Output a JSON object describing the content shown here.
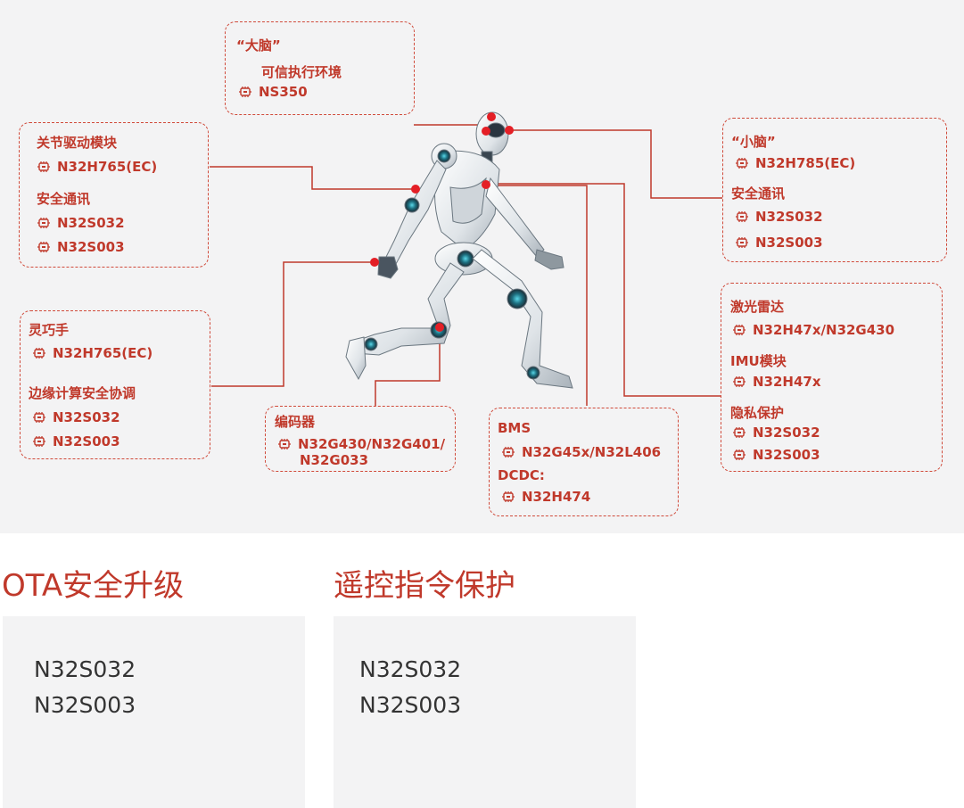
{
  "boxes": {
    "brain": {
      "title": "“大脑”",
      "items": [
        {
          "label": "可信执行环境",
          "chip": false
        },
        {
          "label": "NS350",
          "chip": true
        }
      ]
    },
    "joint": {
      "items": [
        {
          "label": "关节驱动模块",
          "chip": false
        },
        {
          "label": "N32H765(EC)",
          "chip": true
        },
        {
          "label": "安全通讯",
          "chip": false
        },
        {
          "label": "N32S032",
          "chip": true
        },
        {
          "label": "N32S003",
          "chip": true
        }
      ]
    },
    "cerebellum": {
      "items": [
        {
          "label": "“小脑”",
          "chip": false
        },
        {
          "label": "N32H785(EC)",
          "chip": true
        },
        {
          "label": "安全通讯",
          "chip": false
        },
        {
          "label": "N32S032",
          "chip": true
        },
        {
          "label": "N32S003",
          "chip": true
        }
      ]
    },
    "hand": {
      "items": [
        {
          "label": "灵巧手",
          "chip": false
        },
        {
          "label": "N32H765(EC)",
          "chip": true
        },
        {
          "label": "边缘计算安全协调",
          "chip": false
        },
        {
          "label": "N32S032",
          "chip": true
        },
        {
          "label": "N32S003",
          "chip": true
        }
      ]
    },
    "lidar": {
      "items": [
        {
          "label": "激光雷达",
          "chip": false
        },
        {
          "label": "N32H47x/N32G430",
          "chip": true
        },
        {
          "label": "IMU模块",
          "chip": false
        },
        {
          "label": "N32H47x",
          "chip": true
        },
        {
          "label": "隐私保护",
          "chip": false
        },
        {
          "label": "N32S032",
          "chip": true
        },
        {
          "label": "N32S003",
          "chip": true
        }
      ]
    },
    "encoder": {
      "items": [
        {
          "label": "编码器",
          "chip": false
        },
        {
          "label": "N32G430/N32G401/",
          "chip": true
        },
        {
          "label": "N32G033",
          "chip": false
        }
      ]
    },
    "bms": {
      "items": [
        {
          "label": "BMS",
          "chip": false
        },
        {
          "label": "N32G45x/N32L406",
          "chip": true
        },
        {
          "label": "DCDC:",
          "chip": false
        },
        {
          "label": "N32H474",
          "chip": true
        }
      ]
    }
  },
  "sections": [
    {
      "title": "OTA安全升级",
      "items": [
        "N32S032",
        "N32S003"
      ]
    },
    {
      "title": "遥控指令保护",
      "items": [
        "N32S032",
        "N32S003"
      ]
    }
  ],
  "colors": {
    "accent": "#c0392b",
    "dot": "#e41f26",
    "panel_bg": "#f3f3f4"
  },
  "icons": {
    "chip": "chip-icon"
  }
}
